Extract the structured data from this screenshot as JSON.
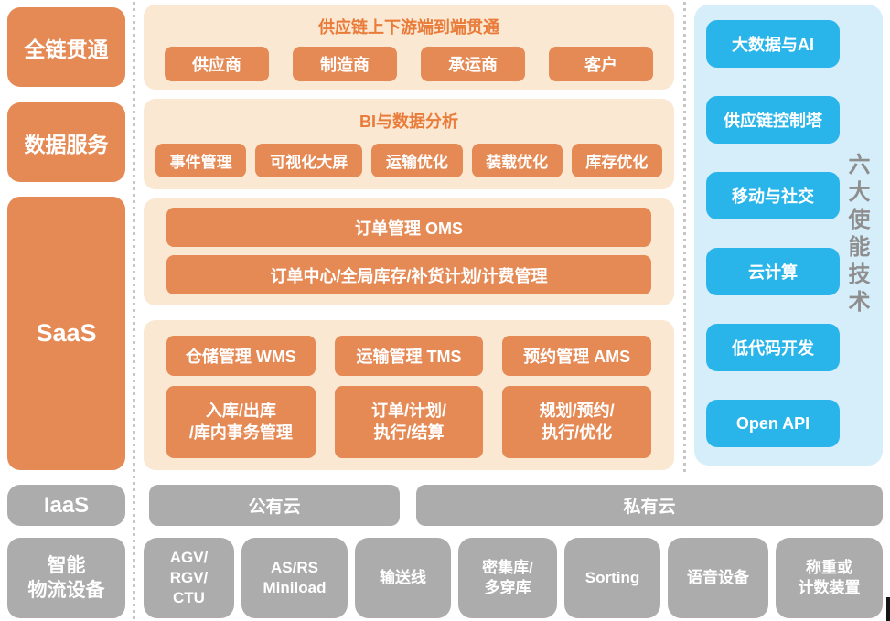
{
  "colors": {
    "orange": "#E58A55",
    "peach": "#FBE8D3",
    "title_orange": "#E97C3A",
    "blue": "#29B5EA",
    "light_blue": "#D6EDFA",
    "gray": "#ACACAC",
    "dot_gray": "#C6C6C6",
    "label_gray": "#8E8E8E"
  },
  "left_column": {
    "full_chain": "全链贯通",
    "data_service": "数据服务",
    "saas": "SaaS",
    "iaas": "IaaS",
    "smart_equipment": "智能\n物流设备"
  },
  "middle": {
    "panel_supply_chain": {
      "title": "供应链上下游端到端贯通",
      "buttons": [
        "供应商",
        "制造商",
        "承运商",
        "客户"
      ]
    },
    "panel_bi": {
      "title": "BI与数据分析",
      "buttons": [
        "事件管理",
        "可视化大屏",
        "运输优化",
        "装载优化",
        "库存优化"
      ]
    },
    "panel_oms": {
      "bars": [
        "订单管理 OMS",
        "订单中心/全局库存/补货计划/计费管理"
      ]
    },
    "panel_execution": {
      "row1": [
        "仓储管理 WMS",
        "运输管理 TMS",
        "预约管理 AMS"
      ],
      "row2": [
        "入库/出库\n/库内事务管理",
        "订单/计划/\n执行/结算",
        "规划/预约/\n执行/优化"
      ]
    }
  },
  "right_column": {
    "vertical_label": "六大使能技术",
    "buttons": [
      "大数据与AI",
      "供应链控制塔",
      "移动与社交",
      "云计算",
      "低代码开发",
      "Open API"
    ]
  },
  "bottom": {
    "public_cloud": "公有云",
    "private_cloud": "私有云",
    "devices": [
      "AGV/\nRGV/\nCTU",
      "AS/RS\nMiniload",
      "输送线",
      "密集库/\n多穿库",
      "Sorting",
      "语音设备",
      "称重或\n计数装置"
    ]
  }
}
